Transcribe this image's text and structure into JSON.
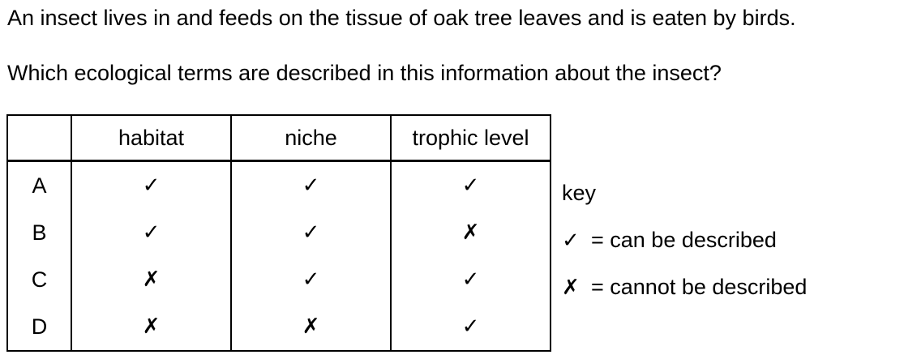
{
  "question": {
    "stem": "An insect lives in and feeds on the tissue of oak tree leaves and is eaten by birds.",
    "prompt": "Which ecological terms are described in this information about the insect?"
  },
  "table": {
    "headers": [
      "",
      "habitat",
      "niche",
      "trophic level"
    ],
    "rows": [
      {
        "letter": "A",
        "habitat": "✓",
        "niche": "✓",
        "trophic": "✓"
      },
      {
        "letter": "B",
        "habitat": "✓",
        "niche": "✓",
        "trophic": "✗"
      },
      {
        "letter": "C",
        "habitat": "✗",
        "niche": "✓",
        "trophic": "✓"
      },
      {
        "letter": "D",
        "habitat": "✗",
        "niche": "✗",
        "trophic": "✓"
      }
    ]
  },
  "key": {
    "title": "key",
    "items": [
      {
        "symbol": "✓",
        "text": "= can be described"
      },
      {
        "symbol": "✗",
        "text": "= cannot be described"
      }
    ]
  }
}
